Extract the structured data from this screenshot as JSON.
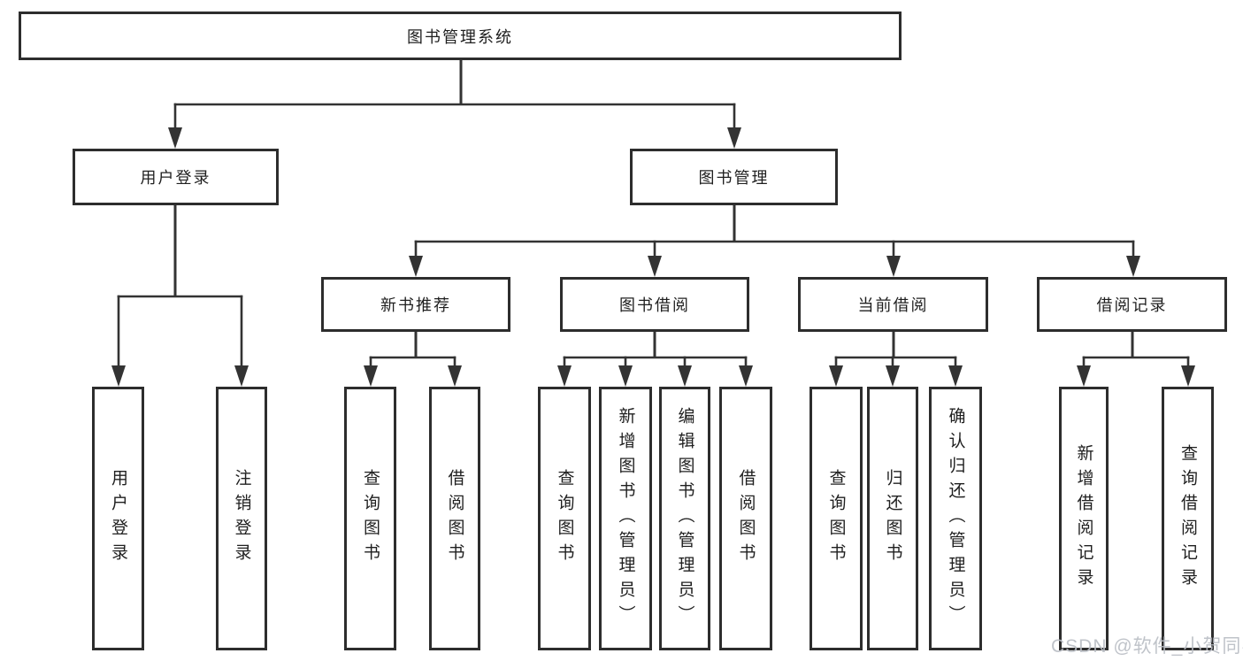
{
  "diagram": {
    "root": {
      "label": "图书管理系统"
    },
    "level2": [
      {
        "label": "用户登录"
      },
      {
        "label": "图书管理"
      }
    ],
    "level3": [
      {
        "label": "新书推荐"
      },
      {
        "label": "图书借阅"
      },
      {
        "label": "当前借阅"
      },
      {
        "label": "借阅记录"
      }
    ],
    "level4": [
      {
        "label": "用户登录"
      },
      {
        "label": "注销登录"
      },
      {
        "label": "查询图书"
      },
      {
        "label": "借阅图书"
      },
      {
        "label": "查询图书"
      },
      {
        "label": "新增图书（管理员）"
      },
      {
        "label": "编辑图书（管理员）"
      },
      {
        "label": "借阅图书"
      },
      {
        "label": "查询图书"
      },
      {
        "label": "归还图书"
      },
      {
        "label": "确认归还（管理员）"
      },
      {
        "label": "新增借阅记录"
      },
      {
        "label": "查询借阅记录"
      }
    ]
  },
  "watermark": {
    "text": "CSDN @软件_小贺同学"
  },
  "colors": {
    "line": "#333333",
    "box_border": "#2d2d2d",
    "text": "#1f1f1f",
    "background": "#ffffff",
    "watermark": "#b9bdc4"
  }
}
